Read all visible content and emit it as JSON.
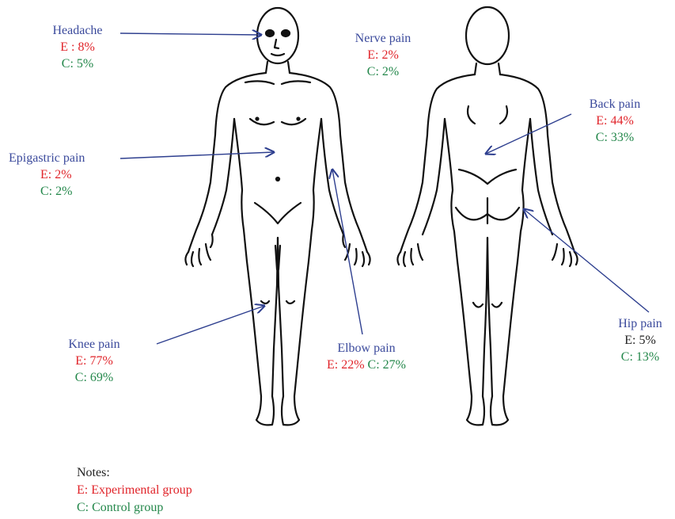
{
  "colors": {
    "title": "#3b4a9c",
    "experimental": "#e0242a",
    "control": "#23874a",
    "neutral": "#222222",
    "arrow": "#2e3f8f",
    "outline": "#111111"
  },
  "figures": {
    "front": "front-view body outline",
    "back": "back-view body outline"
  },
  "pain_sites": [
    {
      "id": "headache",
      "title": "Headache",
      "e": "E : 8%",
      "c": "C: 5%"
    },
    {
      "id": "nerve",
      "title": "Nerve pain",
      "e": "E: 2%",
      "c": "C: 2%"
    },
    {
      "id": "epigastric",
      "title": "Epigastric pain",
      "e": "E: 2%",
      "c": "C: 2%"
    },
    {
      "id": "back",
      "title": "Back pain",
      "e": "E: 44%",
      "c": "C: 33%"
    },
    {
      "id": "knee",
      "title": "Knee pain",
      "e": "E: 77%",
      "c": "C: 69%"
    },
    {
      "id": "elbow",
      "title": "Elbow pain",
      "e": "E: 22%",
      "c": "C: 27%"
    },
    {
      "id": "hip",
      "title": "Hip pain",
      "e": "E: 5%",
      "c": "C: 13%"
    }
  ],
  "notes": {
    "heading": "Notes:",
    "e_legend": "E: Experimental group",
    "c_legend": "C: Control group"
  }
}
